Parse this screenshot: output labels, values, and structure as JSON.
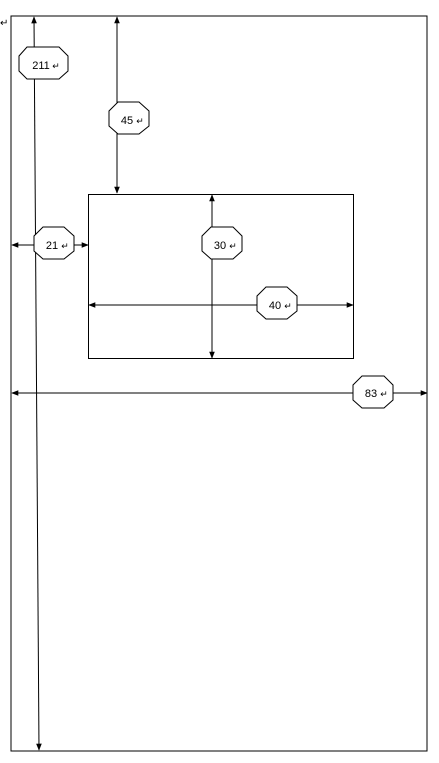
{
  "dimensions": {
    "total_height": {
      "value": "211",
      "mark": "↵"
    },
    "top_offset": {
      "value": "45",
      "mark": "↵"
    },
    "left_offset": {
      "value": "21",
      "mark": "↵"
    },
    "inner_height": {
      "value": "30",
      "mark": "↵"
    },
    "inner_width": {
      "value": "40",
      "mark": "↵"
    },
    "total_width": {
      "value": "83",
      "mark": "↵"
    }
  },
  "corner_mark": "↵",
  "colors": {
    "line": "#000000",
    "background": "#ffffff"
  }
}
